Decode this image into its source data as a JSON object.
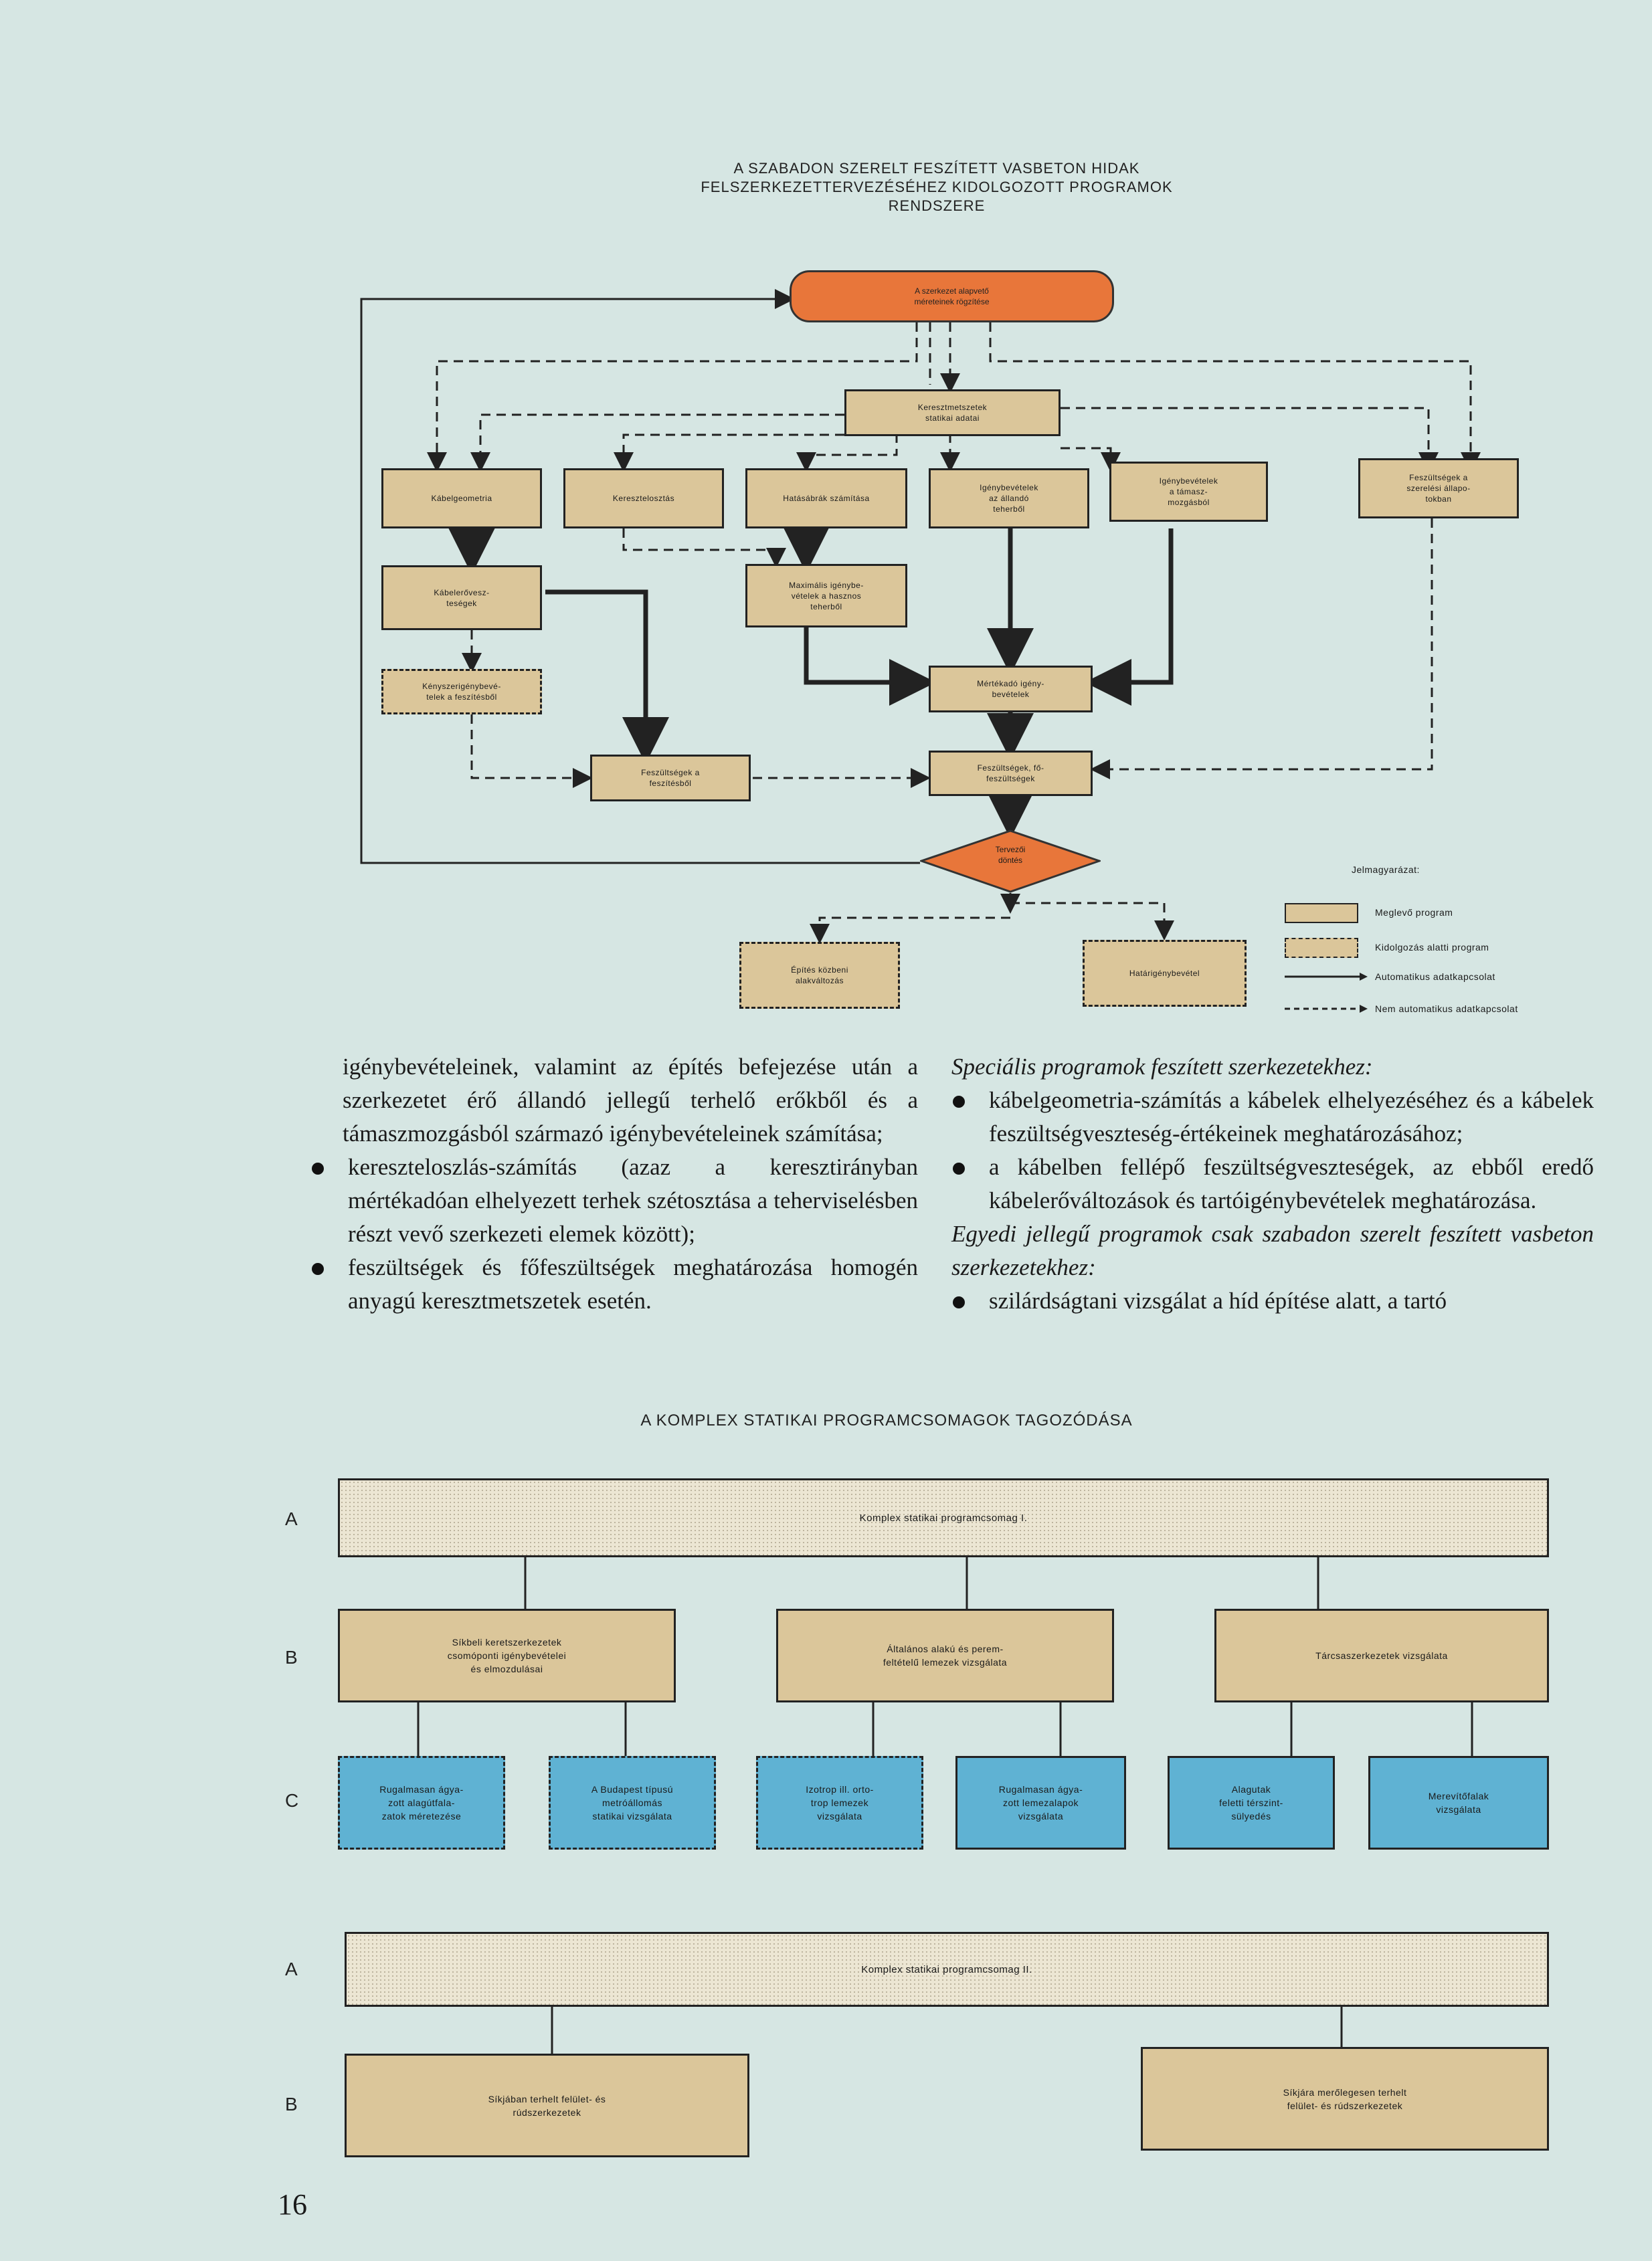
{
  "flowchart": {
    "title_lines": [
      "A SZABADON SZERELT FESZÍTETT VASBETON HIDAK",
      "FELSZERKEZETTERVEZÉSÉHEZ KIDOLGOZOTT PROGRAMOK",
      "RENDSZERE"
    ],
    "start": "A szerkezet alapvető\nméreteinek rögzítése",
    "cross_section": "Keresztmetszetek\nstatikai adatai",
    "boxes": {
      "kabelgeometria": "Kábelgeometria",
      "kereszteloszlas": "Keresztelosztás",
      "hatasabrak": "Hatásábrák számítása",
      "allando": "Igénybevételek\naz állandó\nteherből",
      "tamasz": "Igénybevételek\na támasz-\nmozgásból",
      "feszultseg_allapot": "Feszültségek a\nszerelési állapo-\ntokban",
      "kabelerovesz": "Kábelerővesz-\nteségek",
      "maximalis": "Maximális igénybe-\nvételek a hasznos\nteherből",
      "kenyszer": "Kényszerigénybevé-\ntelek a feszítésből",
      "mertekado": "Mértékadó igény-\nbevételek",
      "feszultseg_feszitesbol": "Feszültségek a\nfeszítésből",
      "fofeszultseg": "Feszültségek, fő-\nfeszültségek",
      "dontes": "Tervezői\ndöntés",
      "epites": "Építés közbeni\nalakváltozás",
      "hatarigeny": "Határigénybevétel"
    },
    "legend": {
      "title": "Jelmagyarázat:",
      "items": [
        "Meglevő program",
        "Kidolgozás alatti program",
        "Automatikus adatkapcsolat",
        "Nem automatikus adatkapcsolat"
      ]
    }
  },
  "text": {
    "left_intro": "igénybevételeinek, valamint az építés befejezése után a szerkezetet érő állandó jellegű terhelő erőkből és a támaszmozgásból származó igénybevételeinek számítása;",
    "left_bullets": [
      "kereszteloszlás-számítás (azaz a keresztirányban mértékadóan elhelyezett terhek szétosztása a teherviselésben részt vevő szerkezeti elemek között);",
      "feszültségek és főfeszültségek meghatározása homogén anyagú keresztmetszetek esetén."
    ],
    "right_heading1": "Speciális programok feszített szerkezetekhez:",
    "right_bullets1": [
      "kábelgeometria-számítás a kábelek elhelyezéséhez és a kábelek feszültségveszteség-értékeinek meghatározásához;",
      "a kábelben fellépő feszültségveszteségek, az ebből eredő kábelerőváltozások és tartóigénybevételek meghatározása."
    ],
    "right_heading2": "Egyedi jellegű programok csak szabadon szerelt feszített vasbeton szerkezetekhez:",
    "right_bullets2": [
      "szilárdságtani vizsgálat a híd építése alatt, a tartó"
    ]
  },
  "bottom_chart": {
    "title": "A KOMPLEX STATIKAI PROGRAMCSOMAGOK TAGOZÓDÁSA",
    "row_labels": [
      "A",
      "B",
      "C",
      "A",
      "B"
    ],
    "package1": "Komplex statikai programcsomag   I.",
    "package1_b": [
      "Síkbeli keretszerkezetek\ncsomóponti igénybevételei\nés elmozdulásai",
      "Általános alakú és perem-\nfeltételű lemezek vizsgálata",
      "Tárcsaszerkezetek vizsgálata"
    ],
    "package1_c": [
      "Rugalmasan ágya-\nzott alagútfala-\nzatok méretezése",
      "A Budapest típusú\nmetróállomás\nstatikai vizsgálata",
      "Izotrop ill. orto-\ntrop lemezek\nvizsgálata",
      "Rugalmasan ágya-\nzott lemezalapok\nvizsgálata",
      "Alagutak\nfeletti térszint-\nsülyedés",
      "Merevítőfalak\nvizsgálata"
    ],
    "package2": "Komplex statikai programcsomag II.",
    "package2_b": [
      "Síkjában terhelt felület- és\nrúdszerkezetek",
      "Síkjára merőlegesen terhelt\nfelület- és rúdszerkezetek"
    ]
  },
  "page_number": "16",
  "colors": {
    "background": "#d6e6e3",
    "orange": "#e8763a",
    "tan": "#dbc69a",
    "blue": "#5fb2d3"
  }
}
